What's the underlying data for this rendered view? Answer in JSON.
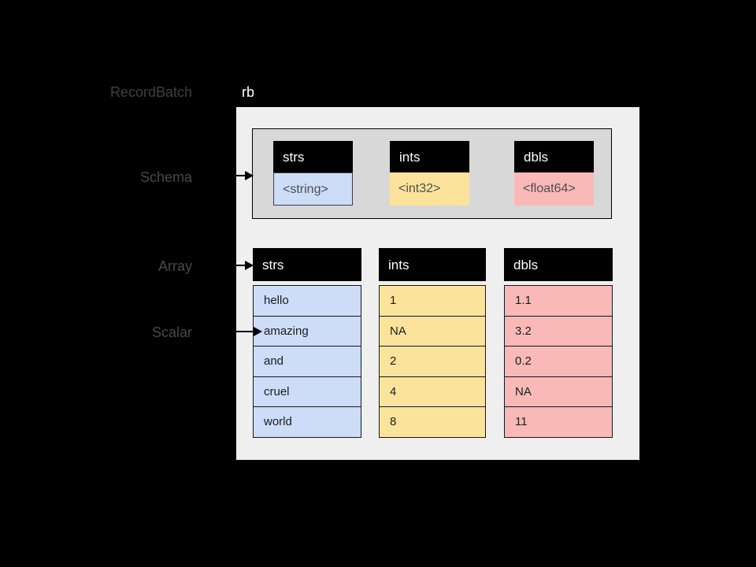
{
  "diagram": {
    "variable_label": "rb",
    "side_labels": {
      "recordbatch": "RecordBatch",
      "schema": "Schema",
      "array": "Array",
      "scalar": "Scalar"
    }
  },
  "schema_fields": [
    {
      "name": "strs",
      "type": "<string>"
    },
    {
      "name": "ints",
      "type": "<int32>"
    },
    {
      "name": "dbls",
      "type": "<float64>"
    }
  ],
  "arrays": [
    {
      "name": "strs",
      "values": [
        "hello",
        "amazing",
        "and",
        "cruel",
        "world"
      ]
    },
    {
      "name": "ints",
      "values": [
        "1",
        "NA",
        "2",
        "4",
        "8"
      ]
    },
    {
      "name": "dbls",
      "values": [
        "1.1",
        "3.2",
        "0.2",
        "NA",
        "11"
      ]
    }
  ],
  "colors": {
    "background": "#000000",
    "panel": "#efefef",
    "schema_box": "#d8d8d8",
    "header_black": "#000000",
    "string_blue": "#cddcf7",
    "int_yellow": "#fbe39c",
    "double_pink": "#f9b9b7"
  }
}
